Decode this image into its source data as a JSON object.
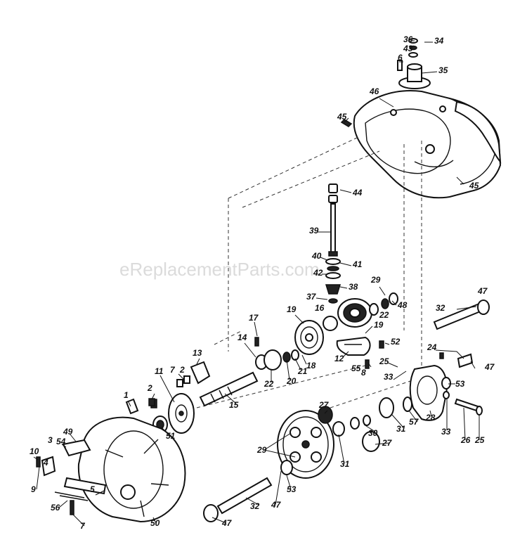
{
  "watermark": "eReplacementParts.com",
  "labels": [
    {
      "id": "l36",
      "text": "36"
    },
    {
      "id": "l34",
      "text": "34"
    },
    {
      "id": "l43",
      "text": "43"
    },
    {
      "id": "l6",
      "text": "6"
    },
    {
      "id": "l35",
      "text": "35"
    },
    {
      "id": "l46",
      "text": "46"
    },
    {
      "id": "l45a",
      "text": "45"
    },
    {
      "id": "l45b",
      "text": "45"
    },
    {
      "id": "l44",
      "text": "44"
    },
    {
      "id": "l39",
      "text": "39"
    },
    {
      "id": "l40",
      "text": "40"
    },
    {
      "id": "l41",
      "text": "41"
    },
    {
      "id": "l42",
      "text": "42"
    },
    {
      "id": "l38",
      "text": "38"
    },
    {
      "id": "l37",
      "text": "37"
    },
    {
      "id": "l29a",
      "text": "29"
    },
    {
      "id": "l48",
      "text": "48"
    },
    {
      "id": "l22a",
      "text": "22"
    },
    {
      "id": "l16",
      "text": "16"
    },
    {
      "id": "l19a",
      "text": "19"
    },
    {
      "id": "l19b",
      "text": "19"
    },
    {
      "id": "l47a",
      "text": "47"
    },
    {
      "id": "l32a",
      "text": "32"
    },
    {
      "id": "l17",
      "text": "17"
    },
    {
      "id": "l14",
      "text": "14"
    },
    {
      "id": "l52",
      "text": "52"
    },
    {
      "id": "l13",
      "text": "13"
    },
    {
      "id": "l12",
      "text": "12"
    },
    {
      "id": "l18",
      "text": "18"
    },
    {
      "id": "l21",
      "text": "21"
    },
    {
      "id": "l20",
      "text": "20"
    },
    {
      "id": "l22b",
      "text": "22"
    },
    {
      "id": "l55",
      "text": "55"
    },
    {
      "id": "l8",
      "text": "8"
    },
    {
      "id": "l25a",
      "text": "25"
    },
    {
      "id": "l24",
      "text": "24"
    },
    {
      "id": "l47b",
      "text": "47"
    },
    {
      "id": "l11",
      "text": "11"
    },
    {
      "id": "l7a",
      "text": "7"
    },
    {
      "id": "l2a",
      "text": "2"
    },
    {
      "id": "l15",
      "text": "15"
    },
    {
      "id": "l2b",
      "text": "2"
    },
    {
      "id": "l1",
      "text": "1"
    },
    {
      "id": "l33a",
      "text": "33"
    },
    {
      "id": "l53a",
      "text": "53"
    },
    {
      "id": "l27a",
      "text": "27"
    },
    {
      "id": "l28",
      "text": "28"
    },
    {
      "id": "l57",
      "text": "57"
    },
    {
      "id": "l31a",
      "text": "31"
    },
    {
      "id": "l30",
      "text": "30"
    },
    {
      "id": "l33b",
      "text": "33"
    },
    {
      "id": "l26",
      "text": "26"
    },
    {
      "id": "l25b",
      "text": "25"
    },
    {
      "id": "l51",
      "text": "51"
    },
    {
      "id": "l49",
      "text": "49"
    },
    {
      "id": "l54",
      "text": "54"
    },
    {
      "id": "l3",
      "text": "3"
    },
    {
      "id": "l10",
      "text": "10"
    },
    {
      "id": "l4",
      "text": "4"
    },
    {
      "id": "l29b",
      "text": "29"
    },
    {
      "id": "l31b",
      "text": "31"
    },
    {
      "id": "l27b",
      "text": "27"
    },
    {
      "id": "l9",
      "text": "9"
    },
    {
      "id": "l5",
      "text": "5"
    },
    {
      "id": "l53b",
      "text": "53"
    },
    {
      "id": "l32b",
      "text": "32"
    },
    {
      "id": "l47c",
      "text": "47"
    },
    {
      "id": "l56",
      "text": "56"
    },
    {
      "id": "l7b",
      "text": "7"
    },
    {
      "id": "l50",
      "text": "50"
    },
    {
      "id": "l47d",
      "text": "47"
    }
  ]
}
